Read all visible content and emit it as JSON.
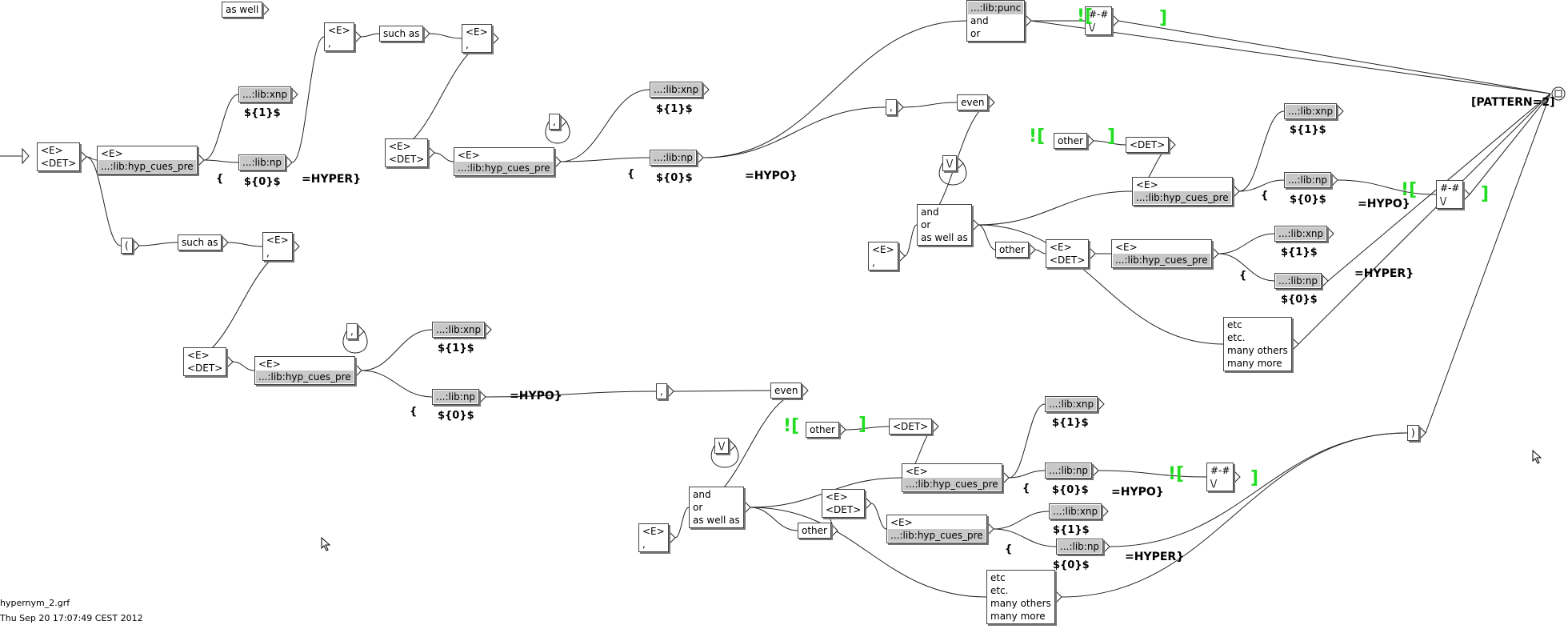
{
  "file_name": "hypernym_2.grf",
  "timestamp": "Thu Sep 20 17:07:49 CEST 2012",
  "boxes": {
    "b_edet1": [
      "<E>",
      "<DET>"
    ],
    "b_hyp1": [
      "<E>",
      "...:lib:hyp_cues_pre"
    ],
    "b_aswell": [
      "as well"
    ],
    "b_e_comma1": [
      "<E>",
      ","
    ],
    "b_suchas1": [
      "such as"
    ],
    "b_e_comma2": [
      "<E>",
      ","
    ],
    "b_libxnp1": [
      "...:lib:xnp"
    ],
    "b_libnp1": [
      "...:lib:np"
    ],
    "b_paren": [
      "("
    ],
    "b_suchas2": [
      "such as"
    ],
    "b_e_comma3": [
      "<E>",
      ","
    ],
    "b_comma_loop1": [
      ","
    ],
    "b_edet2": [
      "<E>",
      "<DET>"
    ],
    "b_hyp2": [
      "<E>",
      "...:lib:hyp_cues_pre"
    ],
    "b_libxnp2": [
      "...:lib:xnp"
    ],
    "b_libnp2": [
      "...:lib:np"
    ],
    "b_punc": [
      "...:lib:punc",
      "and",
      "or"
    ],
    "b_hashhash1": [
      "#-#",
      "\\/"
    ],
    "b_comma_top": [
      ","
    ],
    "b_even1": [
      "even"
    ],
    "b_other1": [
      "other"
    ],
    "b_det1": [
      "<DET>"
    ],
    "b_slash1": [
      "\\/"
    ],
    "b_andor1": [
      "and",
      "or",
      "as well as"
    ],
    "b_hyp3": [
      "<E>",
      "...:lib:hyp_cues_pre"
    ],
    "b_libxnp3": [
      "...:lib:xnp"
    ],
    "b_libnp3": [
      "...:lib:np"
    ],
    "b_e_comma4": [
      "<E>",
      ","
    ],
    "b_other2": [
      "other"
    ],
    "b_edet3": [
      "<E>",
      "<DET>"
    ],
    "b_hyp4": [
      "<E>",
      "...:lib:hyp_cues_pre"
    ],
    "b_libxnp4": [
      "...:lib:xnp"
    ],
    "b_libnp4": [
      "...:lib:np"
    ],
    "b_hashhash2": [
      "#-#",
      "\\/"
    ],
    "b_etc1": [
      "etc",
      "etc.",
      "many others",
      "many more"
    ],
    "b_comma_loop2": [
      ","
    ],
    "b_edet4": [
      "<E>",
      "<DET>"
    ],
    "b_hyp5": [
      "<E>",
      "...:lib:hyp_cues_pre"
    ],
    "b_libxnp5": [
      "...:lib:xnp"
    ],
    "b_libnp5": [
      "...:lib:np"
    ],
    "b_comma_b": [
      ","
    ],
    "b_even2": [
      "even"
    ],
    "b_other3": [
      "other"
    ],
    "b_det2": [
      "<DET>"
    ],
    "b_slash2": [
      "\\/"
    ],
    "b_andor2": [
      "and",
      "or",
      "as well as"
    ],
    "b_hyp6": [
      "<E>",
      "...:lib:hyp_cues_pre"
    ],
    "b_libxnp6": [
      "...:lib:xnp"
    ],
    "b_libnp6": [
      "...:lib:np"
    ],
    "b_hashhash3": [
      "#-#",
      "\\/"
    ],
    "b_e_comma5": [
      "<E>",
      ","
    ],
    "b_other4": [
      "other"
    ],
    "b_edet5": [
      "<E>",
      "<DET>"
    ],
    "b_hyp7": [
      "<E>",
      "...:lib:hyp_cues_pre"
    ],
    "b_libxnp7": [
      "...:lib:xnp"
    ],
    "b_libnp7": [
      "...:lib:np"
    ],
    "b_etc2": [
      "etc",
      "etc.",
      "many others",
      "many more"
    ],
    "b_close_paren": [
      ")"
    ]
  },
  "labels": {
    "brace1": "{",
    "var1_1": "${1}$",
    "var0_1": "${0}$",
    "hyper1": "=HYPER}",
    "brace2": "{",
    "var1_2": "${1}$",
    "var0_2": "${0}$",
    "hypo1": "=HYPO}",
    "pattern": "[PATTERN=2]",
    "brace3": "{",
    "var1_3": "${1}$",
    "var0_3": "${0}$",
    "hypo2": "=HYPO}",
    "brace4": "{",
    "var1_4": "${1}$",
    "var0_4": "${0}$",
    "hyper2": "=HYPER}",
    "brace5": "{",
    "var1_5": "${1}$",
    "var0_5": "${0}$",
    "hypo3": "=HYPO}",
    "brace6": "{",
    "var1_6": "${1}$",
    "var0_6": "${0}$",
    "hypo4": "=HYPO}",
    "brace7": "{",
    "var1_7": "${1}$",
    "var0_7": "${0}$",
    "hyper3": "=HYPER}"
  },
  "context_marks": {
    "open1": "![",
    "close1": "]",
    "open2": "![",
    "close2": "]",
    "open3": "![",
    "close3": "]",
    "open4": "![",
    "close4": "]",
    "open5": "![",
    "close5": "]"
  },
  "colors": {
    "context_mark": "#22dd22",
    "box_highlight": "#c8c8c8",
    "line": "#222222"
  }
}
